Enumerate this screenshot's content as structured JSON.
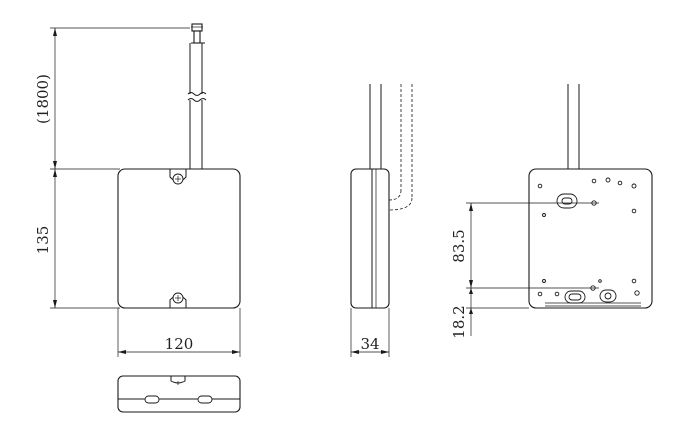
{
  "drawing": {
    "dimensions": {
      "cable_length": "(1800)",
      "height": "135",
      "width": "120",
      "depth": "34",
      "hole_spacing": "83.5",
      "hole_offset": "18.2"
    }
  }
}
